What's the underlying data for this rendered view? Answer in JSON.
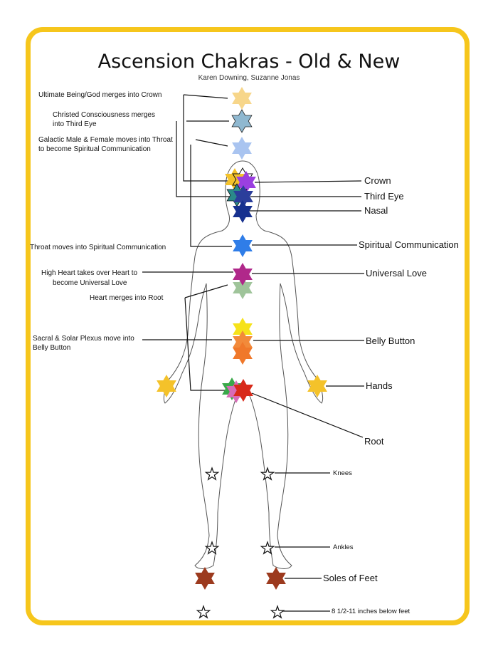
{
  "title": "Ascension Chakras - Old & New",
  "authors": "Karen Downing, Suzanne Jonas",
  "left_labels": {
    "ultimate": "Ultimate Being/God merges into Crown",
    "christed_1": "Christed Consciousness merges",
    "christed_2": "into Third Eye",
    "galactic_1": "Galactic Male & Female moves into Throat",
    "galactic_2": "to become Spiritual Communication",
    "throat": "Throat moves into Spiritual Communication",
    "high_heart_1": "High Heart takes over Heart to",
    "high_heart_2": "become Universal Love",
    "heart_root": "Heart merges into Root",
    "sacral_1": "Sacral & Solar Plexus move into",
    "sacral_2": "Belly Button"
  },
  "right_labels": {
    "crown": "Crown",
    "third_eye": "Third Eye",
    "nasal": "Nasal",
    "spiritual_communication": "Spiritual Communication",
    "universal_love": "Universal Love",
    "belly_button": "Belly Button",
    "hands": "Hands",
    "root": "Root",
    "knees": "Knees",
    "ankles": "Ankles",
    "soles_of_feet": "Soles of Feet",
    "below_feet": "8 1/2-11 inches below feet"
  },
  "colors": {
    "frame": "#f6c61c",
    "old_crown": "#f7d68a",
    "old_third_eye": "#8fb8d0",
    "old_throat": "#a9c4f0",
    "crown": "#9b3fe0",
    "third_eye": "#2b3e9b",
    "nasal": "#17318f",
    "spiritual_communication": "#2f7de8",
    "universal_love": "#b0288a",
    "heart": "#9fc49a",
    "belly_button": "#f28a3a",
    "solar_plexus": "#f6e21a",
    "hands": "#f4c22a",
    "root": "#d82a1a",
    "soles_of_feet": "#9c3a1e"
  }
}
